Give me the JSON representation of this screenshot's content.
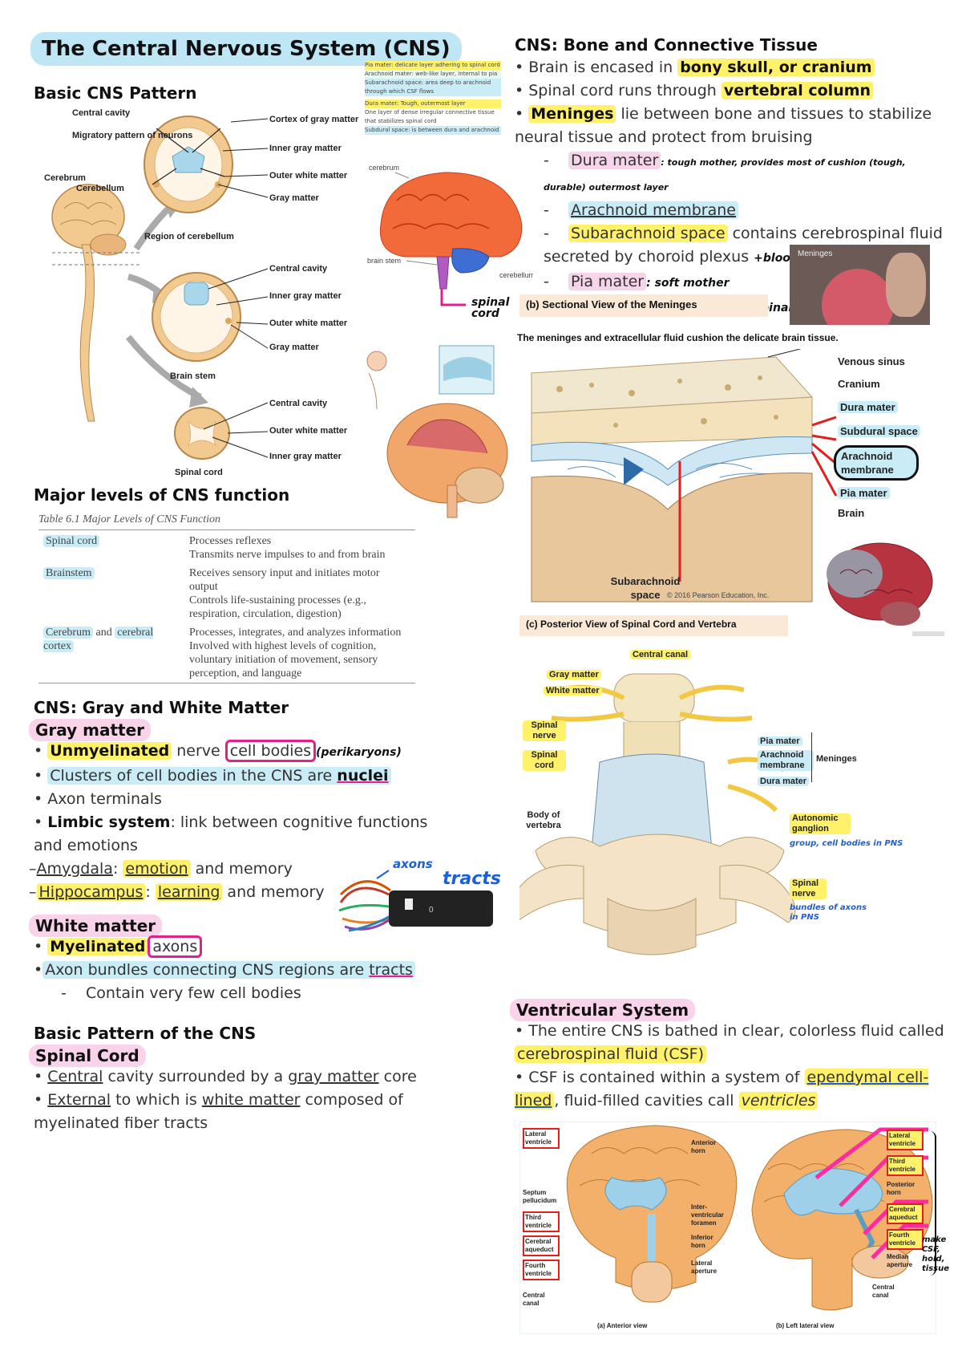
{
  "title": "The Central Nervous System (CNS)",
  "basic_pattern": {
    "heading": "Basic CNS Pattern",
    "labels": {
      "central_cavity": "Central cavity",
      "migratory": "Migratory pattern of neurons",
      "cerebrum": "Cerebrum",
      "cerebellum": "Cerebellum",
      "cortex_gray": "Cortex of gray matter",
      "inner_gray": "Inner gray matter",
      "outer_white": "Outer white matter",
      "gray_matter": "Gray matter",
      "region_cerebellum": "Region of cerebellum",
      "brain_stem": "Brain stem",
      "spinal_cord": "Spinal cord"
    }
  },
  "notes_small": [
    "Pia mater: delicate layer adhering to spinal cord",
    "Arachnoid mater: web-like layer, internal to pia",
    "Subarachnoid space: area deep to arachnoid through which CSF flows",
    "Dura mater: Tough, outermost layer",
    "One layer of dense irregular connective tissue that stabilizes spinal cord",
    "Subdural space: is between dura and arachnoid"
  ],
  "brain_fig": {
    "cerebrum": "cerebrum",
    "brain_stem": "brain stem",
    "cerebellum": "cerebellum",
    "spinal_cord_note": "spinal cord"
  },
  "major_levels": {
    "heading": "Major levels of CNS function",
    "table_title": "Table 6.1  Major Levels of CNS Function",
    "rows": [
      {
        "level": "Spinal cord",
        "functions": [
          "Processes reflexes",
          "Transmits nerve impulses to and from brain"
        ]
      },
      {
        "level": "Brainstem",
        "functions": [
          "Receives sensory input and initiates motor output",
          "Controls life-sustaining processes (e.g., respiration, circulation, digestion)"
        ]
      },
      {
        "level_a": "Cerebrum",
        "level_mid": " and ",
        "level_b": "cerebral cortex",
        "functions": [
          "Processes, integrates, and analyzes information",
          "Involved with highest levels of cognition, voluntary initiation of movement, sensory perception, and language"
        ]
      }
    ]
  },
  "gray_white": {
    "heading": "CNS: Gray and White Matter",
    "gray_heading": "Gray matter",
    "unmyelinated": "Unmyelinated",
    "nerve": " nerve ",
    "cell_bodies": "cell bodies",
    "perikaryons": "(perikaryons)",
    "clusters": "Clusters of cell bodies in the CNS are ",
    "nuclei": "nuclei",
    "axon_terminals": "Axon terminals",
    "limbic": "Limbic system",
    "limbic_rest": ": link between cognitive functions and emotions",
    "amygdala": "Amygdala",
    "amyg_sep": ": ",
    "emotion": "emotion",
    "amyg_rest": " and memory",
    "hippocampus": "Hippocampus",
    "hippo_sep": ": ",
    "learning": "learning",
    "hippo_rest": " and memory",
    "axons_note": "axons",
    "tracts_note": "tracts",
    "white_heading": "White matter",
    "myelinated": "Myelinated",
    "axons": "axons",
    "bundles": "Axon bundles connecting CNS regions are ",
    "tracts": "tracts",
    "few_cells": "Contain very few cell bodies"
  },
  "basic_pattern_text": {
    "heading": "Basic Pattern of the CNS",
    "sub": "Spinal Cord",
    "central": "Central",
    "central_rest": " cavity surrounded by a ",
    "gray_core": "gray matter",
    "core": " core",
    "external": "External",
    "ext_rest": " to which is ",
    "white": "white matter",
    "ext_end": " composed of myelinated fiber tracts"
  },
  "bone": {
    "heading": "CNS: Bone and Connective Tissue",
    "b1": "Brain is encased in ",
    "b1_hl": "bony skull, or cranium",
    "b2": "Spinal cord runs through ",
    "b2_hl": "vertebral column",
    "b3_hl": "Meninges",
    "b3": " lie between bone and tissues to stabilize neural tissue and protect from bruising",
    "dura": "Dura mater",
    "dura_note": ": tough mother, provides most of cushion (tough, durable) outermost layer",
    "arachnoid": "Arachnoid membrane",
    "sub_hl": "Subarachnoid space",
    "sub_rest": " contains cerebrospinal fluid secreted by choroid plexus",
    "sub_note": "+blood vessels",
    "pia": "Pia mater",
    "pia_note": ": soft mother",
    "pia_note2": "delicate layer adhering to spinal cord"
  },
  "meninges_fig": {
    "panel_title": "(b) Sectional View of the Meninges",
    "caption": "The meninges and extracellular fluid cushion the delicate brain tissue.",
    "labels": [
      "Venous sinus",
      "Cranium",
      "Dura mater",
      "Subdural space",
      "Arachnoid membrane",
      "Pia mater",
      "Brain"
    ],
    "subarachnoid": "Subarachnoid space",
    "copyright": "© 2016 Pearson Education, Inc.",
    "thumb_title": "Meninges"
  },
  "spinal_fig": {
    "panel_title": "(c) Posterior View of Spinal Cord and Vertebra",
    "central_canal": "Central canal",
    "gray": "Gray matter",
    "white": "White matter",
    "spinal_nerve": "Spinal nerve",
    "spinal_cord": "Spinal cord",
    "body": "Body of vertebra",
    "pia": "Pia mater",
    "arach": "Arachnoid membrane",
    "dura": "Dura mater",
    "meninges": "Meninges",
    "auto": "Autonomic ganglion",
    "auto_note": "group, cell bodies in PNS",
    "sn2": "Spinal nerve",
    "sn2_note": "bundles of axons in PNS"
  },
  "ventricular": {
    "heading": "Ventricular System",
    "v1": "The entire CNS is bathed in clear, colorless fluid called ",
    "csf": "cerebrospinal fluid (CSF)",
    "v2": "CSF is contained within a system of ",
    "ependymal": "ependymal cell-lined",
    "v2_rest": ", fluid-filled cavities call ",
    "ventricles": "ventricles",
    "fig_left_labels": [
      "Lateral ventricle",
      "Septum pellucidum",
      "Third ventricle",
      "Cerebral aqueduct",
      "Fourth ventricle",
      "Central canal"
    ],
    "fig_mid_labels": [
      "Anterior horn",
      "Inter-ventricular foramen",
      "Inferior horn",
      "Lateral aperture"
    ],
    "fig_right_labels": [
      "Lateral ventricle",
      "Third ventricle",
      "Posterior horn",
      "Cerebral aqueduct",
      "Fourth ventricle",
      "Median aperture",
      "Central canal"
    ],
    "anterior": "(a) Anterior view",
    "lateral": "(b) Left lateral view",
    "side_note": "make CSF, hold, tissue"
  },
  "colors": {
    "highlight_yellow": "#fff16a",
    "highlight_blue": "#c9ecf7",
    "highlight_pink": "#f6d4ea",
    "ink_pink": "#e0218a",
    "ink_blue": "#1d5fd6"
  }
}
